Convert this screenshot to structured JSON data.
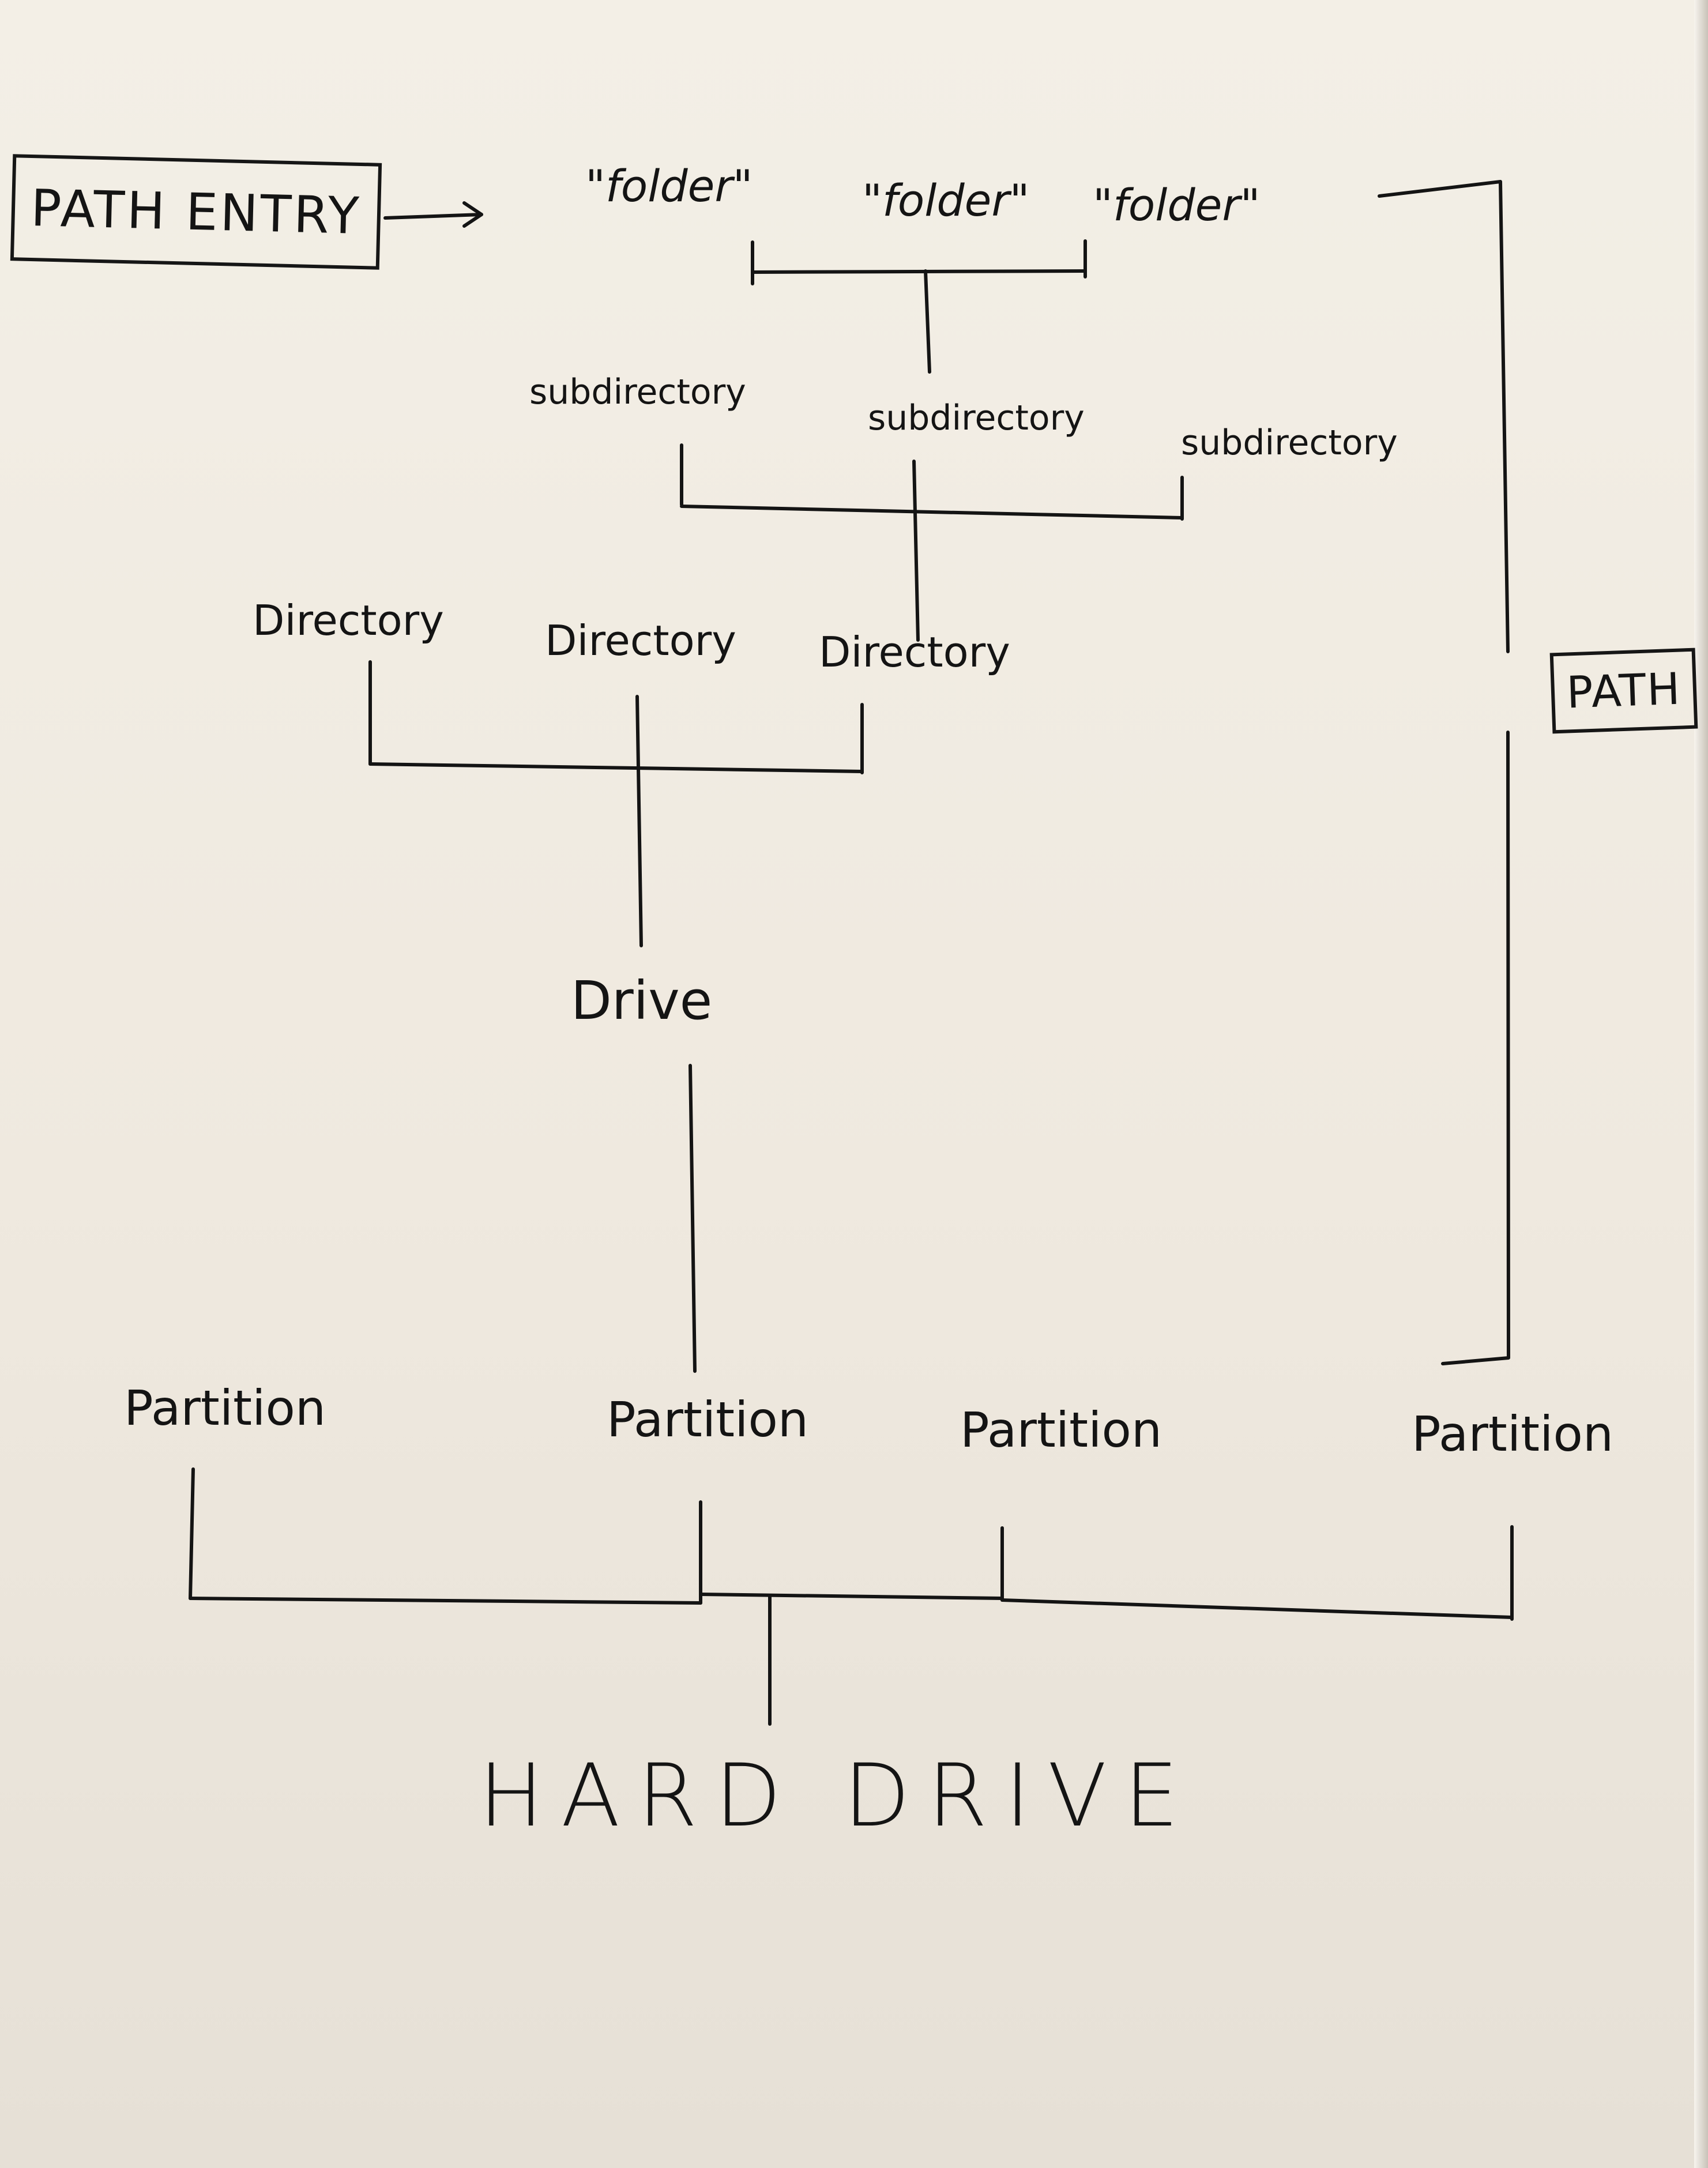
{
  "diagram": {
    "path_entry_label": "PATH ENTRY",
    "path_label": "PATH",
    "folders": [
      "\"folder\"",
      "\"folder\"",
      "\"folder\""
    ],
    "subdirectories": [
      "subdirectory",
      "subdirectory",
      "subdirectory"
    ],
    "directories": [
      "Directory",
      "Directory",
      "Directory"
    ],
    "drive": "Drive",
    "partitions": [
      "Partition",
      "Partition",
      "Partition",
      "Partition"
    ],
    "root": "HARD DRIVE"
  }
}
